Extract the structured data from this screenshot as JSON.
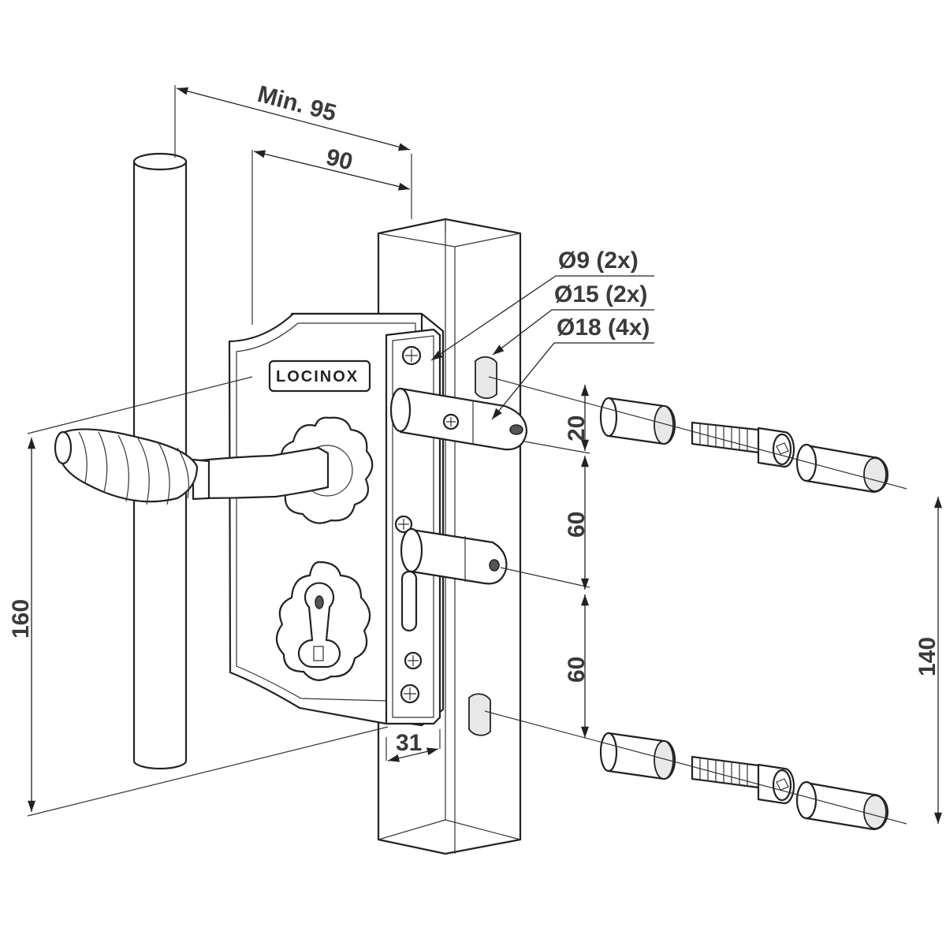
{
  "drawing": {
    "brand": "LOCINOX",
    "dimensions": {
      "min_distance": "Min. 95",
      "backset": "90",
      "lock_height": "160",
      "lock_depth": "31",
      "bolt_offset_top": "20",
      "spacing_upper": "60",
      "spacing_lower": "60",
      "fixing_distance": "140"
    },
    "hole_callouts": [
      "Ø9 (2x)",
      "Ø15 (2x)",
      "Ø18 (4x)"
    ]
  }
}
